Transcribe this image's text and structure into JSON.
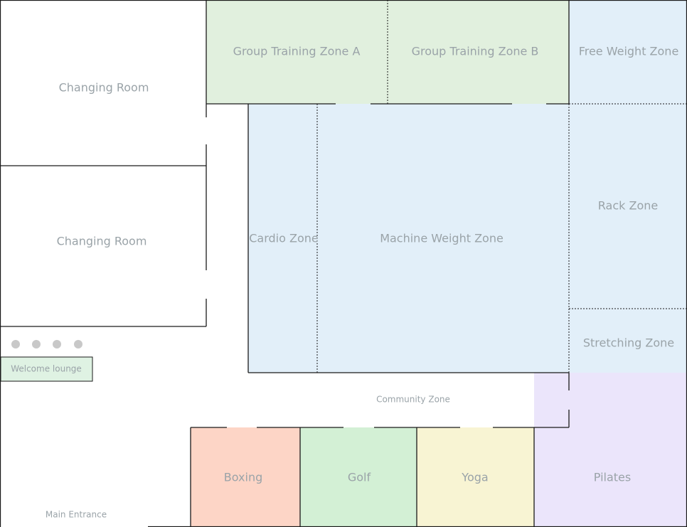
{
  "plan": {
    "colors": {
      "stroke": "#1a1a1a",
      "label": "#9aa3a8",
      "green_zone": "#e1f0de",
      "blue_zone": "#e2eff9",
      "boxing": "#fdd5c6",
      "golf": "#d3f0d5",
      "yoga": "#f8f4d3",
      "pilates": "#ebe5fb",
      "lounge": "#dff2e3",
      "dots": "#c8c8c8"
    },
    "labels": {
      "changing_room_top": "Changing Room",
      "changing_room_bottom": "Changing Room",
      "group_a": "Group Training Zone A",
      "group_b": "Group Training Zone B",
      "free_weight": "Free Weight Zone",
      "cardio": "Cardio Zone",
      "machine_weight": "Machine Weight Zone",
      "rack": "Rack Zone",
      "stretching": "Stretching Zone",
      "community": "Community Zone",
      "welcome_lounge": "Welcome lounge",
      "boxing": "Boxing",
      "golf": "Golf",
      "yoga": "Yoga",
      "pilates": "Pilates",
      "main_entrance": "Main Entrance"
    }
  }
}
